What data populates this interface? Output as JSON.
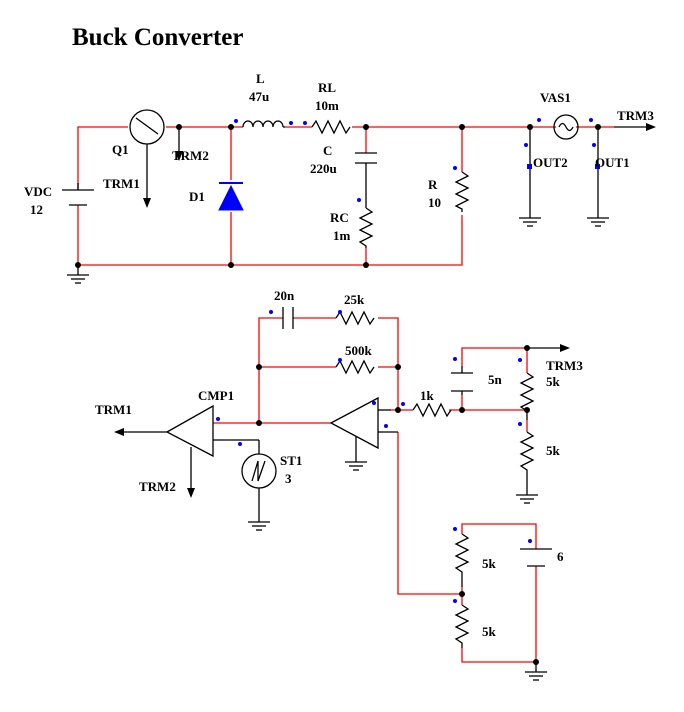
{
  "title": "Buck Converter",
  "labels": {
    "vdc_name": "VDC",
    "vdc_value": "12",
    "q1": "Q1",
    "trm1_top": "TRM1",
    "trm2_top": "TRM2",
    "d1": "D1",
    "l_name": "L",
    "l_value": "47u",
    "rl_name": "RL",
    "rl_value": "10m",
    "c_name": "C",
    "c_value": "220u",
    "rc_name": "RC",
    "rc_value": "1m",
    "r_name": "R",
    "r_value": "10",
    "vas1": "VAS1",
    "trm3_top": "TRM3",
    "out2": "OUT2",
    "out1": "OUT1",
    "c20n": "20n",
    "r25k": "25k",
    "r500k": "500k",
    "r1k": "1k",
    "c5n": "5n",
    "trm3_mid": "TRM3",
    "r5k_a": "5k",
    "r5k_b": "5k",
    "trm1_mid": "TRM1",
    "cmp1": "CMP1",
    "trm2_mid": "TRM2",
    "st1_name": "ST1",
    "st1_value": "3",
    "r5k_c": "5k",
    "r5k_d": "5k",
    "v6": "6"
  }
}
